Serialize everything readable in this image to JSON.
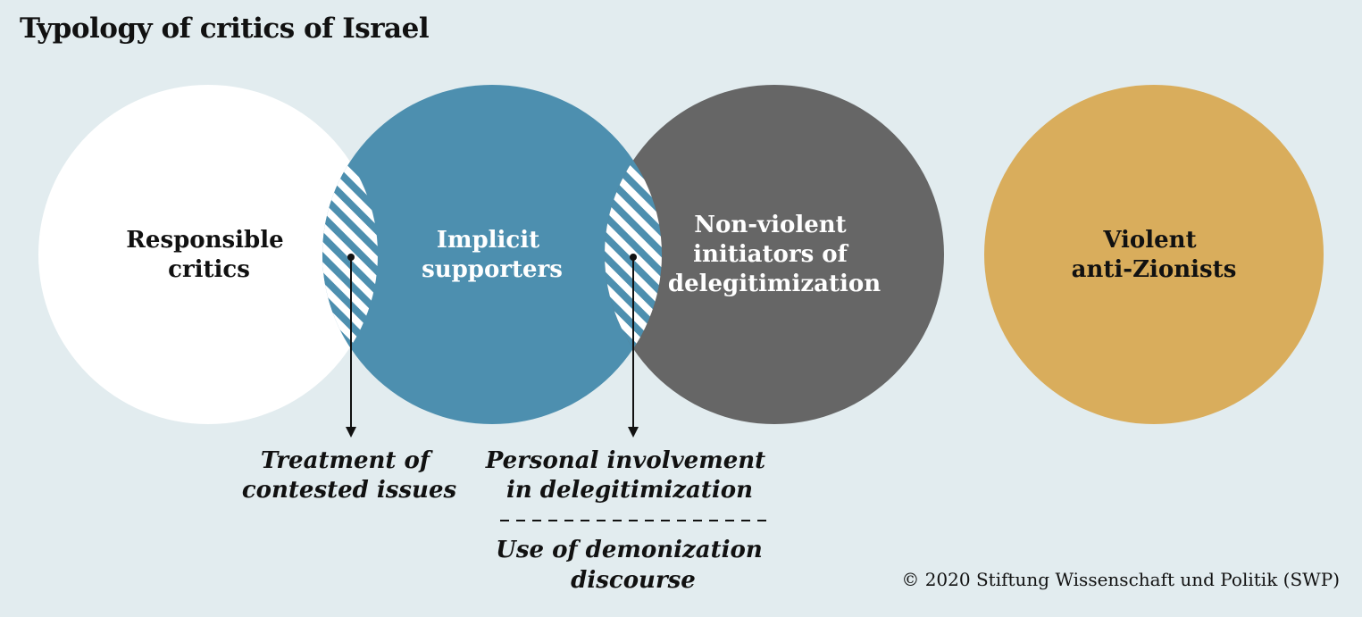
{
  "title": "Typology of critics of Israel",
  "circles": [
    {
      "name": "responsible-critics",
      "lines": [
        "Responsible",
        "critics"
      ],
      "fill": "#ffffff",
      "text_color": "#111111"
    },
    {
      "name": "implicit-supporters",
      "lines": [
        "Implicit",
        "supporters"
      ],
      "fill": "#4d8faf",
      "text_color": "#ffffff"
    },
    {
      "name": "non-violent-initiators",
      "lines": [
        "Non-violent",
        "initiators of",
        "delegitimization"
      ],
      "fill": "#666666",
      "text_color": "#ffffff"
    },
    {
      "name": "violent-anti-zionists",
      "lines": [
        "Violent",
        "anti-Zionists"
      ],
      "fill": "#d9ad5c",
      "text_color": "#111111"
    }
  ],
  "notes": {
    "first": [
      "Treatment of",
      "contested issues"
    ],
    "second": [
      "Personal involvement",
      "in delegitimization"
    ],
    "third": [
      "Use of demonization",
      "discourse"
    ]
  },
  "colors": {
    "background": "#e2ecef",
    "hatch": "#4d8faf",
    "arrow": "#111111"
  },
  "copyright": "© 2020 Stiftung Wissenschaft und Politik (SWP)"
}
